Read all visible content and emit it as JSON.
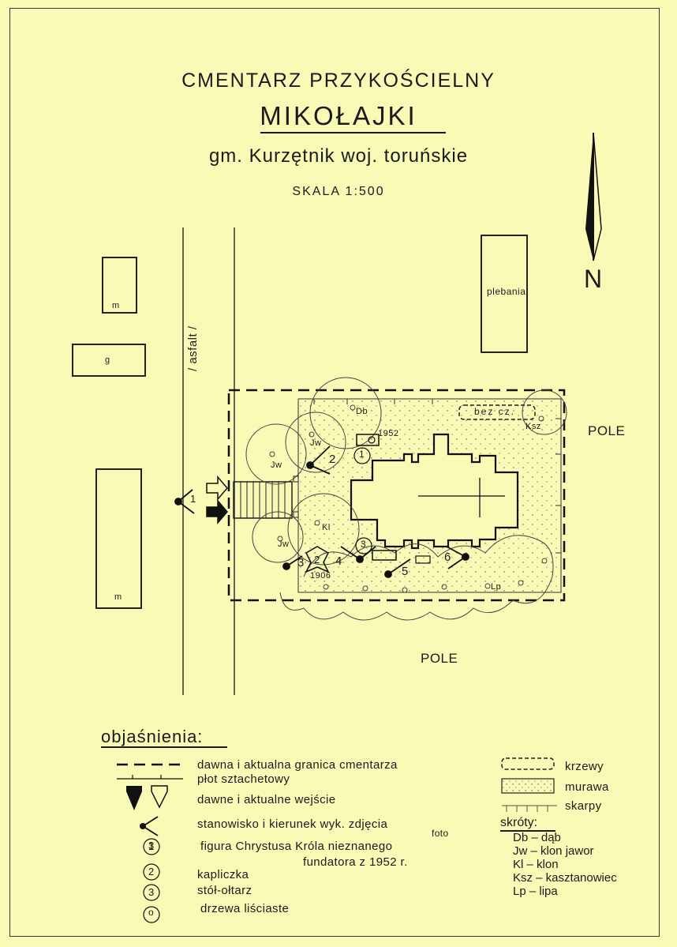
{
  "title": {
    "line1": "CMENTARZ PRZYKOŚCIELNY",
    "name": "MIKOŁAJKI",
    "subtitle": "gm. Kurzętnik woj. toruńskie",
    "scale": "SKALA 1:500"
  },
  "map": {
    "north": "N",
    "road_label": "/ asfalt /",
    "fields": [
      "POLE",
      "POLE"
    ],
    "buildings": [
      "m",
      "g",
      "m",
      "plebania"
    ],
    "bushes_label": "bez cz.",
    "tree_abbr": [
      "Db",
      "Jw",
      "Jw",
      "Kl",
      "Jw",
      "Ksz",
      "Lp"
    ],
    "dates": [
      "1952",
      "1906"
    ],
    "photo_points": [
      "1",
      "2",
      "3",
      "4",
      "5",
      "6"
    ],
    "object_numbers": [
      "1",
      "2",
      "3"
    ]
  },
  "legend": {
    "title": "objaśnienia:",
    "items": [
      "dawna i aktualna granica cmentarza",
      "płot sztachetowy",
      "dawne i aktualne wejście",
      "stanowisko i kierunek wyk. zdjęcia",
      "foto",
      "figura Chrystusa Króla nieznanego",
      "fundatora z 1952 r.",
      "kapliczka",
      "stół-ołtarz",
      "drzewa liściaste"
    ],
    "symbols": [
      "3",
      "1",
      "2",
      "3",
      "o"
    ],
    "right_items": [
      "krzewy",
      "murawa",
      "skarpy"
    ]
  },
  "abbreviations": {
    "title": "skróty:",
    "items": [
      "Db – dąb",
      "Jw – klon jawor",
      "Kl – klon",
      "Ksz – kasztanowiec",
      "Lp – lipa"
    ]
  }
}
